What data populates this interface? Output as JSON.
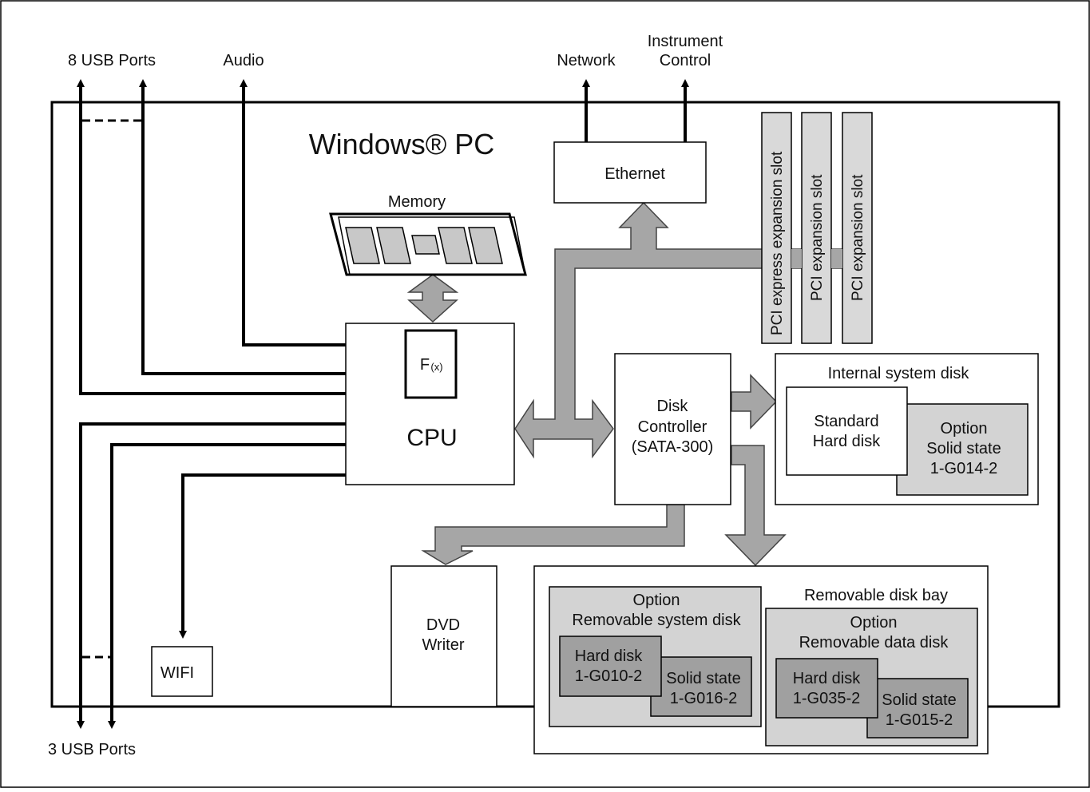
{
  "title": "Windows® PC",
  "external": {
    "usb_top": "8 USB Ports",
    "audio": "Audio",
    "network": "Network",
    "instrument_line1": "Instrument",
    "instrument_line2": "Control",
    "usb_bottom": "3  USB Ports"
  },
  "components": {
    "memory": "Memory",
    "ethernet": "Ethernet",
    "cpu": "CPU",
    "fx": "F",
    "fx_sub": "(x)",
    "disk_controller": [
      "Disk",
      "Controller",
      "(SATA-300)"
    ],
    "dvd": [
      "DVD",
      "Writer"
    ],
    "wifi": "WIFI"
  },
  "slots": [
    "PCI express expansion slot",
    "PCI expansion slot",
    "PCI expansion slot"
  ],
  "internal_disk": {
    "title": "Internal system disk",
    "standard": [
      "Standard",
      "Hard disk"
    ],
    "option": [
      "Option",
      "Solid state",
      "1-G014-2"
    ]
  },
  "removable_bay": {
    "title": "Removable disk bay",
    "system_disk": {
      "title": [
        "Option",
        "Removable system disk"
      ],
      "hard": [
        "Hard disk",
        "1-G010-2"
      ],
      "solid": [
        "Solid state",
        "1-G016-2"
      ]
    },
    "data_disk": {
      "title": [
        "Option",
        "Removable data disk"
      ],
      "hard": [
        "Hard disk",
        "1-G035-2"
      ],
      "solid": [
        "Solid state",
        "1-G015-2"
      ]
    }
  },
  "colors": {
    "bus_fill": "#a6a6a6",
    "slot_fill": "#d9d9d9",
    "option_fill": "#d3d3d3",
    "dark_fill": "#a0a0a0",
    "line": "#000000"
  }
}
